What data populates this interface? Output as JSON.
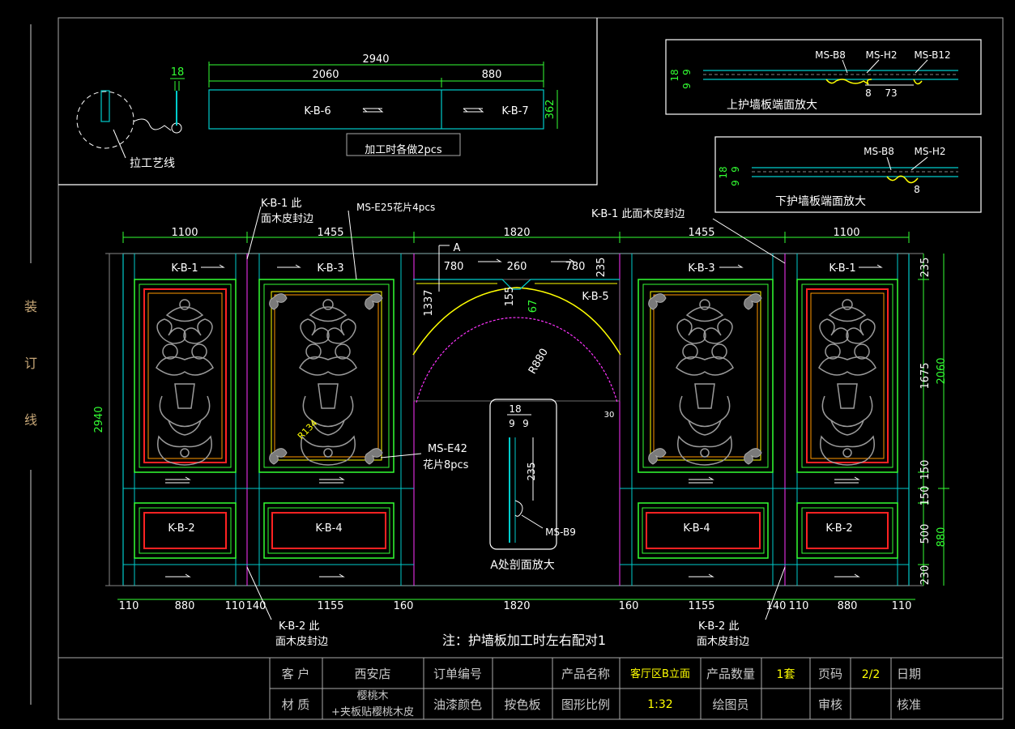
{
  "binding_margin": {
    "chars": [
      "装",
      "订",
      "线"
    ]
  },
  "colors": {
    "panel": "#00cccc",
    "green": "#33ff33",
    "magenta": "#ff33ff",
    "red": "#ff2222",
    "yellow": "#ffff00",
    "orange": "#ff9900",
    "white": "#ffffff",
    "gray": "#888888"
  },
  "top_detail": {
    "overall_dim": "2940",
    "dims": [
      "2060",
      "880"
    ],
    "height_dim": "362",
    "thickness_dim": "18",
    "panels": [
      "K-B-6",
      "K-B-7"
    ],
    "note": "加工时各做2pcs",
    "groove_label": "拉工艺线"
  },
  "upper_section": {
    "title": "上护墙板端面放大",
    "labels": [
      "MS-B8",
      "MS-H2",
      "MS-B12"
    ],
    "dims": [
      "18",
      "9",
      "9",
      "8",
      "73"
    ]
  },
  "lower_section": {
    "title": "下护墙板端面放大",
    "labels": [
      "MS-B8",
      "MS-H2"
    ],
    "dims": [
      "18",
      "9",
      "9",
      "8"
    ]
  },
  "elevation": {
    "top_dims": [
      "1100",
      "1455",
      "1820",
      "1455",
      "1100"
    ],
    "arch_dims": [
      "780",
      "260",
      "780",
      "235"
    ],
    "arch_vertical": [
      "1337",
      "155",
      "67"
    ],
    "arch_radius": "R880",
    "arch_foot": "30",
    "arch_panel": "K-B-5",
    "section_mark": "A",
    "left_overall": "2940",
    "right_dims_inner": [
      "235",
      "1675",
      "150",
      "150",
      "500",
      "230"
    ],
    "right_dims_outer": [
      "2060",
      "880"
    ],
    "bottom_dims": [
      "110",
      "880",
      "110",
      "140",
      "1155",
      "160",
      "1820",
      "160",
      "1155",
      "140",
      "110",
      "880",
      "110"
    ],
    "upper_panels": [
      "K-B-1",
      "K-B-3",
      "K-B-3",
      "K-B-1"
    ],
    "lower_panels": [
      "K-B-2",
      "K-B-4",
      "K-B-4",
      "K-B-2"
    ],
    "radius_label": "R134",
    "callout_kb1_left": [
      "K-B-1  此",
      "面木皮封边"
    ],
    "callout_kb1_right": "K-B-1  此面木皮封边",
    "callout_mse25": "MS-E25花片4pcs",
    "callout_mse42": [
      "MS-E42",
      "花片8pcs"
    ],
    "callout_kb2_left": [
      "K-B-2  此",
      "面木皮封边"
    ],
    "callout_kb2_right": [
      "K-B-2  此",
      "面木皮封边"
    ],
    "note": "注：护墙板加工时左右配对1"
  },
  "section_a": {
    "dims": [
      "18",
      "9",
      "9",
      "235"
    ],
    "label": "MS-B9",
    "title": "A处剖面放大"
  },
  "title_block": {
    "row1": [
      "客 户",
      "西安店",
      "订单编号",
      "",
      "产品名称",
      "客厅区B立面",
      "产品数量",
      "1套",
      "页码",
      "2/2",
      "日期"
    ],
    "row2": [
      "材 质",
      "樱桃木",
      "+夹板贴樱桃木皮",
      "油漆颜色",
      "按色板",
      "图形比例",
      "1:32",
      "绘图员",
      "",
      "审核",
      "",
      "核准"
    ]
  }
}
